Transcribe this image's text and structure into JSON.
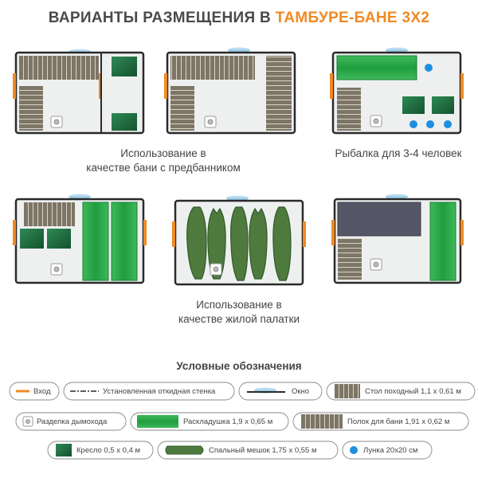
{
  "title": {
    "main": "ВАРИАНТЫ РАЗМЕЩЕНИЯ В ",
    "accent": "ТАМБУРЕ-БАНЕ 3Х2"
  },
  "captions": {
    "bath_l1": "Использование в",
    "bath_l2": "качестве бани с предбанником",
    "fishing": "Рыбалка для 3-4 человек",
    "tent_l1": "Использование в",
    "tent_l2": "качестве жилой палатки"
  },
  "legend": {
    "title": "Условные обозначения",
    "entrance": "Вход",
    "wall": "Установленная откидная стенка",
    "window": "Окно",
    "table": "Стол походный 1,1 х 0,61 м",
    "chimney": "Разделка дымохода",
    "cot": "Раскладушка 1,9 х 0,65 м",
    "bench": "Полок для бани 1,91 х 0,62 м",
    "chair": "Кресло 0,5 х 0,4 м",
    "sleeping_bag": "Спальный мешок 1,75 х 0,55 м",
    "hole": "Лунка 20х20 см"
  },
  "colors": {
    "accent": "#f08a24",
    "floor": "#eef0f0",
    "wood": "#7d7566",
    "green": "#1f9e3f",
    "dark_green": "#1f6b40",
    "olive": "#4f7a3e",
    "table": "#555666",
    "hole": "#1e8ee0",
    "window": "#8fc8e8"
  }
}
